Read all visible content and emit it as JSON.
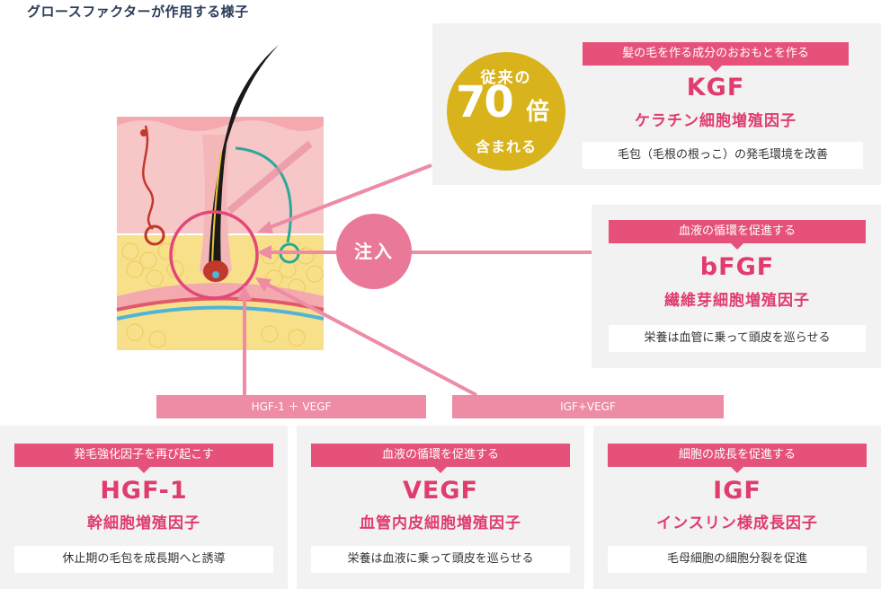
{
  "title": "グロースファクターが作用する様子",
  "badge": {
    "line1": "従来の",
    "number": "70",
    "unit": "倍",
    "line3": "含まれる"
  },
  "inject_label": "注入",
  "flows": [
    {
      "label": "HGF-1 ＋ VEGF"
    },
    {
      "label": "IGF+VEGF"
    }
  ],
  "factors": {
    "kgf": {
      "tag": "髪の毛を作る成分のおおもとを作る",
      "name": "KGF",
      "full": "ケラチン細胞増殖因子",
      "desc": "毛包（毛根の根っこ）の発毛環境を改善"
    },
    "bfgf": {
      "tag": "血液の循環を促進する",
      "name": "bFGF",
      "full": "繊維芽細胞増殖因子",
      "desc": "栄養は血管に乗って頭皮を巡らせる"
    },
    "hgf1": {
      "tag": "発毛強化因子を再び起こす",
      "name": "HGF-1",
      "full": "幹細胞増殖因子",
      "desc": "休止期の毛包を成長期へと誘導"
    },
    "vegf": {
      "tag": "血液の循環を促進する",
      "name": "VEGF",
      "full": "血管内皮細胞増殖因子",
      "desc": "栄養は血液に乗って頭皮を巡らせる"
    },
    "igf": {
      "tag": "細胞の成長を促進する",
      "name": "IGF",
      "full": "インスリン様成長因子",
      "desc": "毛母細胞の細胞分裂を促進"
    }
  },
  "colors": {
    "accent": "#e03c6d",
    "tag": "#e6517a",
    "badge": "#d9b31c",
    "inject": "#ea7898",
    "flow_bar": "#ee8ba5",
    "panel": "#f2f2f2",
    "skin": "#f7c6c6",
    "fat": "#f8e08a",
    "vessel": "#4fb4d8"
  }
}
